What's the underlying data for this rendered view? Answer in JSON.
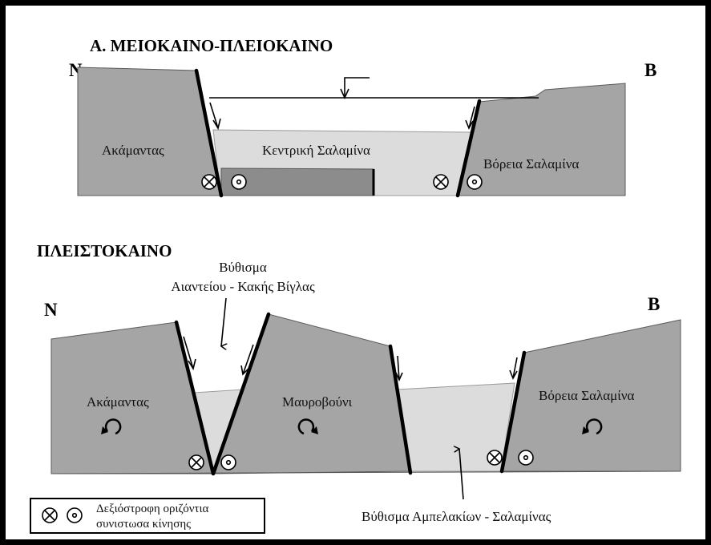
{
  "top_panel": {
    "title": "Α. ΜΕΙΟΚΑΙΝΟ-ΠΛΕΙΟΚΑΙΝΟ",
    "left_dir": "Ν",
    "right_dir": "Β",
    "left_block": "Ακάμαντας",
    "center_basin": "Κεντρική Σαλαμίνα",
    "right_block": "Βόρεια Σαλαμίνα"
  },
  "bottom_panel": {
    "title": "ΠΛΕΙΣΤΟΚΑΙΝΟ",
    "left_dir": "Ν",
    "right_dir": "Β",
    "upper_basin_line1": "Βύθισμα",
    "upper_basin_line2": "Αιαντείου - Κακής Βίγλας",
    "left_block": "Ακάμαντας",
    "middle_block": "Μαυροβούνι",
    "right_block": "Βόρεια Σαλαμίνα",
    "lower_basin": "Βύθισμα Αμπελακίων - Σαλαμίνας"
  },
  "legend": {
    "line1": "Δεξιόστροφη οριζόντια",
    "line2": "συνιστωσα κίνησης"
  }
}
